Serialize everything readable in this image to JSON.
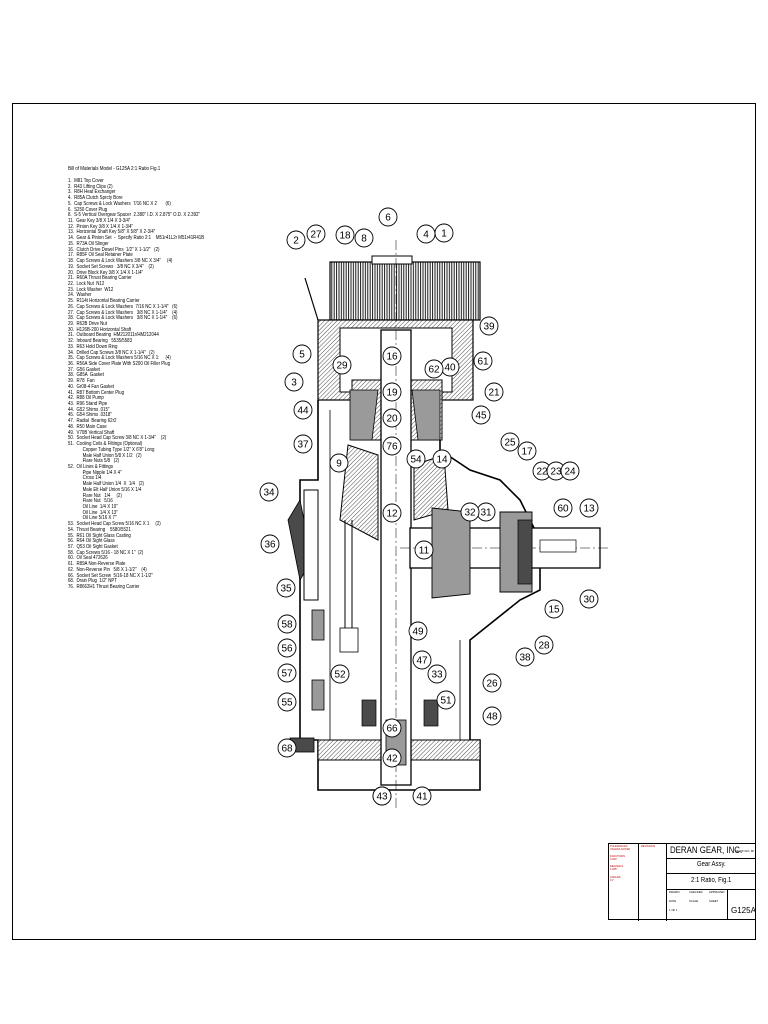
{
  "bom": {
    "title": "Bill of Materials  Model  -  G125A   2:1 Ratio Fig.1",
    "items": [
      "1.  M81 Top Cover",
      "2.  R43 Lifting Clips (2)",
      "3.  R8H Heat Exchanger",
      "4.  R85A Clutch Sprcty Bore",
      "5.  Cap Screws & Lock Washers  7/16 NC X 2       (6)",
      "6.  S250 Cover Plug",
      "8.  S-5 Vertical Overgear Spacer  2.380\" I.D. X 2.875\" O.D. X 2.392\"",
      "11.  Gear Key 3/8 X 1/4 X 3-3/4\"",
      "12.  Pinion Key 3/8 X 1/4 X 1-3/4\"",
      "13.  Horizontal Shaft Key 5/8\" X 5/8\" X 2-3/4\"",
      "14.  Gear & Pinion Set  -  Specify Ratio 2:1    M51r41L2r M51r41R41B",
      "15.  R73A Oil Slinger",
      "16.  Clutch Drive Dowel Pins  1/2\" X 1-1/2\"   (2)",
      "17.  R85F Oil Seal Retainer Plate",
      "18.  Cap Screws & Lock Washers 3/8 NC X 3/4\"     (4)",
      "19.  Socket Set Screws   3/8 NC X 3/4\"    (2)",
      "20.  Drive Block Key 3/8 X 1/4 X 1-1/4\"",
      "21.  R60A Thrust Bearing Carrier",
      "22.  Lock Nut  N12",
      "23.  Lock Washer  W12",
      "24.  Washer",
      "25.  R114t Horizontal Bearing Carrier",
      "26.  Cap Screws & Lock Washers  7/16 NC X 1-1/4\"   (6)",
      "27.  Cap Screws & Lock Washers   3/8 NC X 1-1/4\"    (4)",
      "28.  Cap Screws & Lock Washers   3/8 NC X 1-1/4\"    (6)",
      "29.  R62B Drive Nut",
      "30.  H126B-200 Horizontal Shaft",
      "31.  Outboard Bearing  HM212011r/HM212044",
      "32.  Inboard Bearing   5535/5583",
      "33.  R63 Hold Down Ring",
      "34.  Drilled Cap Screws 3/8 NC X 1-1/4\"   (2)",
      "35.  Cap Screws & Lock Washers 5/16 NC X 1:     (4)",
      "36.  R56A Side Cover Plate With S200 Oil Filler Plug",
      "37.  G56 Gasket",
      "38.  G85A  Gasket",
      "39.  R78  Fan",
      "40.  Gr08-4 Fan Gasket",
      "41.  R87 Bottom Center Plug",
      "42.  R88 Oil Pump",
      "43.  R96 Stand Pipe",
      "44.  G52 Shims .015\"",
      "45.  G54 Shims .0318\"",
      "47.  Radial  Bearing 62r2",
      "48.  R50 Main Case",
      "49.  V70B Vertical Shaft",
      "50.  Socket Head Cap Screw 3/8 NC X 1-3/4\"    (2)",
      "51.  Cooling Coils & Fittings (Optional)",
      "            Copper Tubing Type 1/2\" X 6'8\" Long",
      "            Male Half Union 5/8 X 1/2   (2)",
      "            Flare Nuts 5/8   (2)",
      "52.  Oil Lines & Fittings",
      "            Pipe Nipple 1/4 X 4\"",
      "            Cross 1/4",
      "            Male Half Union 1/4  X  1/4   (2)",
      "            Male Elt Half Union 5/16 X 1/4",
      "            Flare Nut   1/4     (2)",
      "            Flare Nut   5/16",
      "            Oil Line  1/4 X 10\"",
      "            Oil Line  1/4 X 13\"",
      "            Oil Line 5/16 X 7\"",
      "53.  Socket Head Cap Screw 5/16 NC X 1     (2)",
      "54.  Thrust Bearing    5580/5521",
      "55.  R61 Oil Sight Glass Casting",
      "56.  R64 Oil Sight Glass",
      "57.  Q53 Oil Sight Gasket",
      "58.  Cap Screws 5/16 - 18 NC X 1\"  (2)",
      "60.  Oil Seal 472626",
      "61.  R89A Non-Reverse Plate",
      "62.  Non-Reverse Pin   5/8 X 1-1/2\"    (4)",
      "66.  Socket Set Screw  5/16-18 NC X 1-1/2\"",
      "68.  Drain Plug  1/2\" NPT",
      "76.  R8662H1 Thrust Bearing Carrier"
    ]
  },
  "callouts": [
    {
      "n": "1"
    },
    {
      "n": "2"
    },
    {
      "n": "3"
    },
    {
      "n": "4"
    },
    {
      "n": "5"
    },
    {
      "n": "6"
    },
    {
      "n": "8"
    },
    {
      "n": "9"
    },
    {
      "n": "11"
    },
    {
      "n": "12"
    },
    {
      "n": "13"
    },
    {
      "n": "14"
    },
    {
      "n": "15"
    },
    {
      "n": "16"
    },
    {
      "n": "17"
    },
    {
      "n": "18"
    },
    {
      "n": "19"
    },
    {
      "n": "20"
    },
    {
      "n": "21"
    },
    {
      "n": "22"
    },
    {
      "n": "23"
    },
    {
      "n": "24"
    },
    {
      "n": "25"
    },
    {
      "n": "26"
    },
    {
      "n": "27"
    },
    {
      "n": "28"
    },
    {
      "n": "29"
    },
    {
      "n": "30"
    },
    {
      "n": "31"
    },
    {
      "n": "32"
    },
    {
      "n": "33"
    },
    {
      "n": "34"
    },
    {
      "n": "35"
    },
    {
      "n": "36"
    },
    {
      "n": "37"
    },
    {
      "n": "38"
    },
    {
      "n": "39"
    },
    {
      "n": "40"
    },
    {
      "n": "41"
    },
    {
      "n": "41"
    },
    {
      "n": "42"
    },
    {
      "n": "43"
    },
    {
      "n": "44"
    },
    {
      "n": "45"
    },
    {
      "n": "47"
    },
    {
      "n": "48"
    },
    {
      "n": "49"
    },
    {
      "n": "51"
    },
    {
      "n": "52"
    },
    {
      "n": "54"
    },
    {
      "n": "55"
    },
    {
      "n": "56"
    },
    {
      "n": "57"
    },
    {
      "n": "58"
    },
    {
      "n": "60"
    },
    {
      "n": "61"
    },
    {
      "n": "62"
    },
    {
      "n": "66"
    },
    {
      "n": "68"
    },
    {
      "n": "76"
    }
  ],
  "title_block": {
    "company": "DERAN GEAR, INC.",
    "company_sub": "NEWAYGO, MI",
    "title_line1": "Gear Assy.",
    "title_line2": "2:1 Ratio, Fig.1",
    "dwg_no": "G125A",
    "left_labels": [
      "TOLERANCES",
      "UNLESS NOTED",
      "FRACTIONS",
      "±1/64\"",
      "DECIMALS",
      "±.005\"",
      "ANGLES",
      "±1°"
    ],
    "rev_label": "REVISIONS",
    "small_fields": [
      "DRAWN",
      "CHECKED",
      "APPROVED",
      "DATE",
      "SCALE",
      "SHEET",
      "1 OF 1"
    ]
  },
  "colors": {
    "line": "#000000",
    "section_fill": "#9a9a9a",
    "dark_fill": "#4a4a4a",
    "title_red": "#c00000"
  }
}
